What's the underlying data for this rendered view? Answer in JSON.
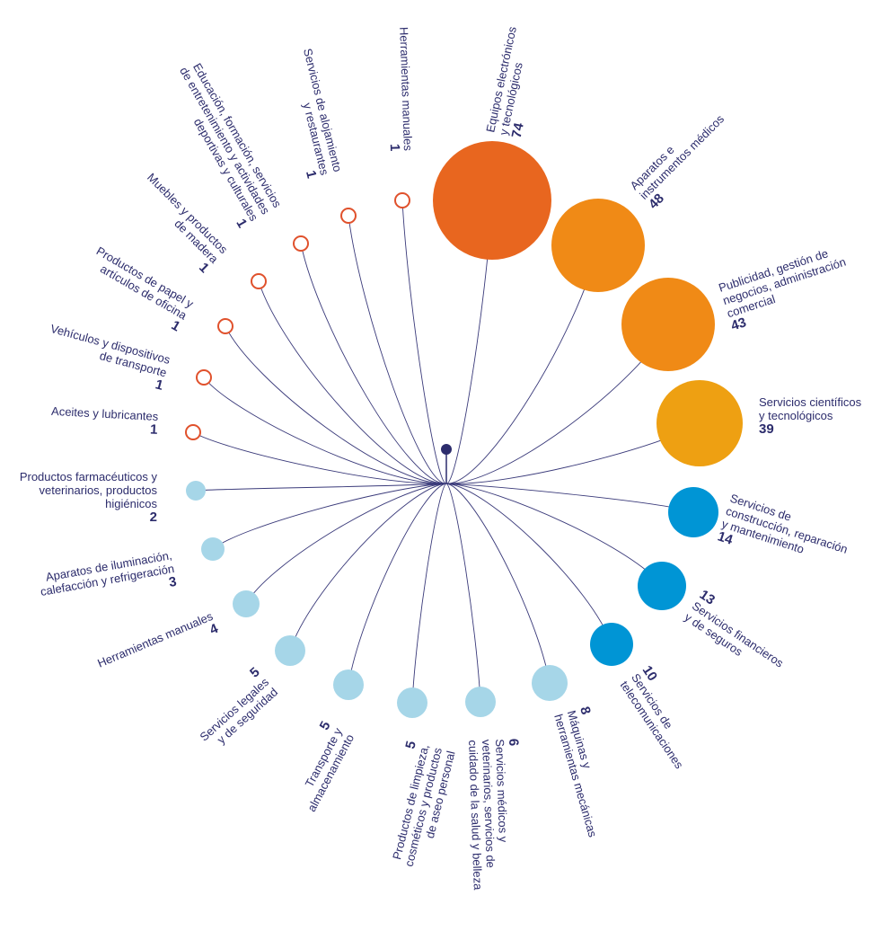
{
  "chart_data": {
    "type": "bubble-dendrogram",
    "colors": {
      "hub": "#2c2c6c",
      "line": "#3a3a7a",
      "text": "#2c2c6c",
      "dark_orange": "#e8661f",
      "orange": "#f08a16",
      "amber": "#eea012",
      "blue": "#0095d5",
      "light_blue": "#a6d6e8",
      "outline_red": "#e0512c"
    },
    "items": [
      {
        "label_lines": [
          "Equipos electrónicos",
          "y tecnológicos"
        ],
        "value": 74,
        "color": "dark_orange"
      },
      {
        "label_lines": [
          "Aparatos e",
          "instrumentos médicos"
        ],
        "value": 48,
        "color": "orange"
      },
      {
        "label_lines": [
          "Publicidad, gestión de",
          "negocios, administración",
          "comercial"
        ],
        "value": 43,
        "color": "orange"
      },
      {
        "label_lines": [
          "Servicios científicos",
          "y tecnológicos"
        ],
        "value": 39,
        "color": "amber"
      },
      {
        "label_lines": [
          "Servicios de",
          "construcción, reparación",
          "y mantenimiento"
        ],
        "value": 14,
        "color": "blue"
      },
      {
        "label_lines": [
          "Servicios financieros",
          "y de seguros"
        ],
        "value": 13,
        "color": "blue"
      },
      {
        "label_lines": [
          "Servicios de",
          "telecomunicaciones"
        ],
        "value": 10,
        "color": "blue"
      },
      {
        "label_lines": [
          "Máquinas y",
          "herramientas mecánicas"
        ],
        "value": 8,
        "color": "light_blue"
      },
      {
        "label_lines": [
          "Servicios médicos y",
          "veterinarios, servicios de",
          "cuidado de la salud y belleza"
        ],
        "value": 6,
        "color": "light_blue"
      },
      {
        "label_lines": [
          "Productos de limpieza,",
          "cosméticos y productos",
          "de aseo personal"
        ],
        "value": 5,
        "color": "light_blue"
      },
      {
        "label_lines": [
          "Transporte y",
          "almacenamiento"
        ],
        "value": 5,
        "color": "light_blue"
      },
      {
        "label_lines": [
          "Servicios legales",
          "y de seguridad"
        ],
        "value": 5,
        "color": "light_blue"
      },
      {
        "label_lines": [
          "Herramientas manuales"
        ],
        "value": 4,
        "color": "light_blue"
      },
      {
        "label_lines": [
          "Aparatos de iluminación,",
          "calefacción y refrigeración"
        ],
        "value": 3,
        "color": "light_blue"
      },
      {
        "label_lines": [
          "Productos farmacéuticos y",
          "veterinarios, productos",
          "higiénicos"
        ],
        "value": 2,
        "color": "light_blue"
      },
      {
        "label_lines": [
          "Aceites y lubricantes"
        ],
        "value": 1,
        "color": "outline_red"
      },
      {
        "label_lines": [
          "Vehículos y dispositivos",
          "de transporte"
        ],
        "value": 1,
        "color": "outline_red"
      },
      {
        "label_lines": [
          "Productos de papel y",
          "artículos de oficina"
        ],
        "value": 1,
        "color": "outline_red"
      },
      {
        "label_lines": [
          "Muebles y productos",
          "de madera"
        ],
        "value": 1,
        "color": "outline_red"
      },
      {
        "label_lines": [
          "Educación, formación, servicios",
          "de entretenimiento y actividades",
          "deportivas y culturales"
        ],
        "value": 1,
        "color": "outline_red"
      },
      {
        "label_lines": [
          "Servicios de alojamiento",
          "y restaurantes"
        ],
        "value": 1,
        "color": "outline_red"
      },
      {
        "label_lines": [
          "Herramientas manuales"
        ],
        "value": 1,
        "color": "outline_red"
      }
    ]
  }
}
